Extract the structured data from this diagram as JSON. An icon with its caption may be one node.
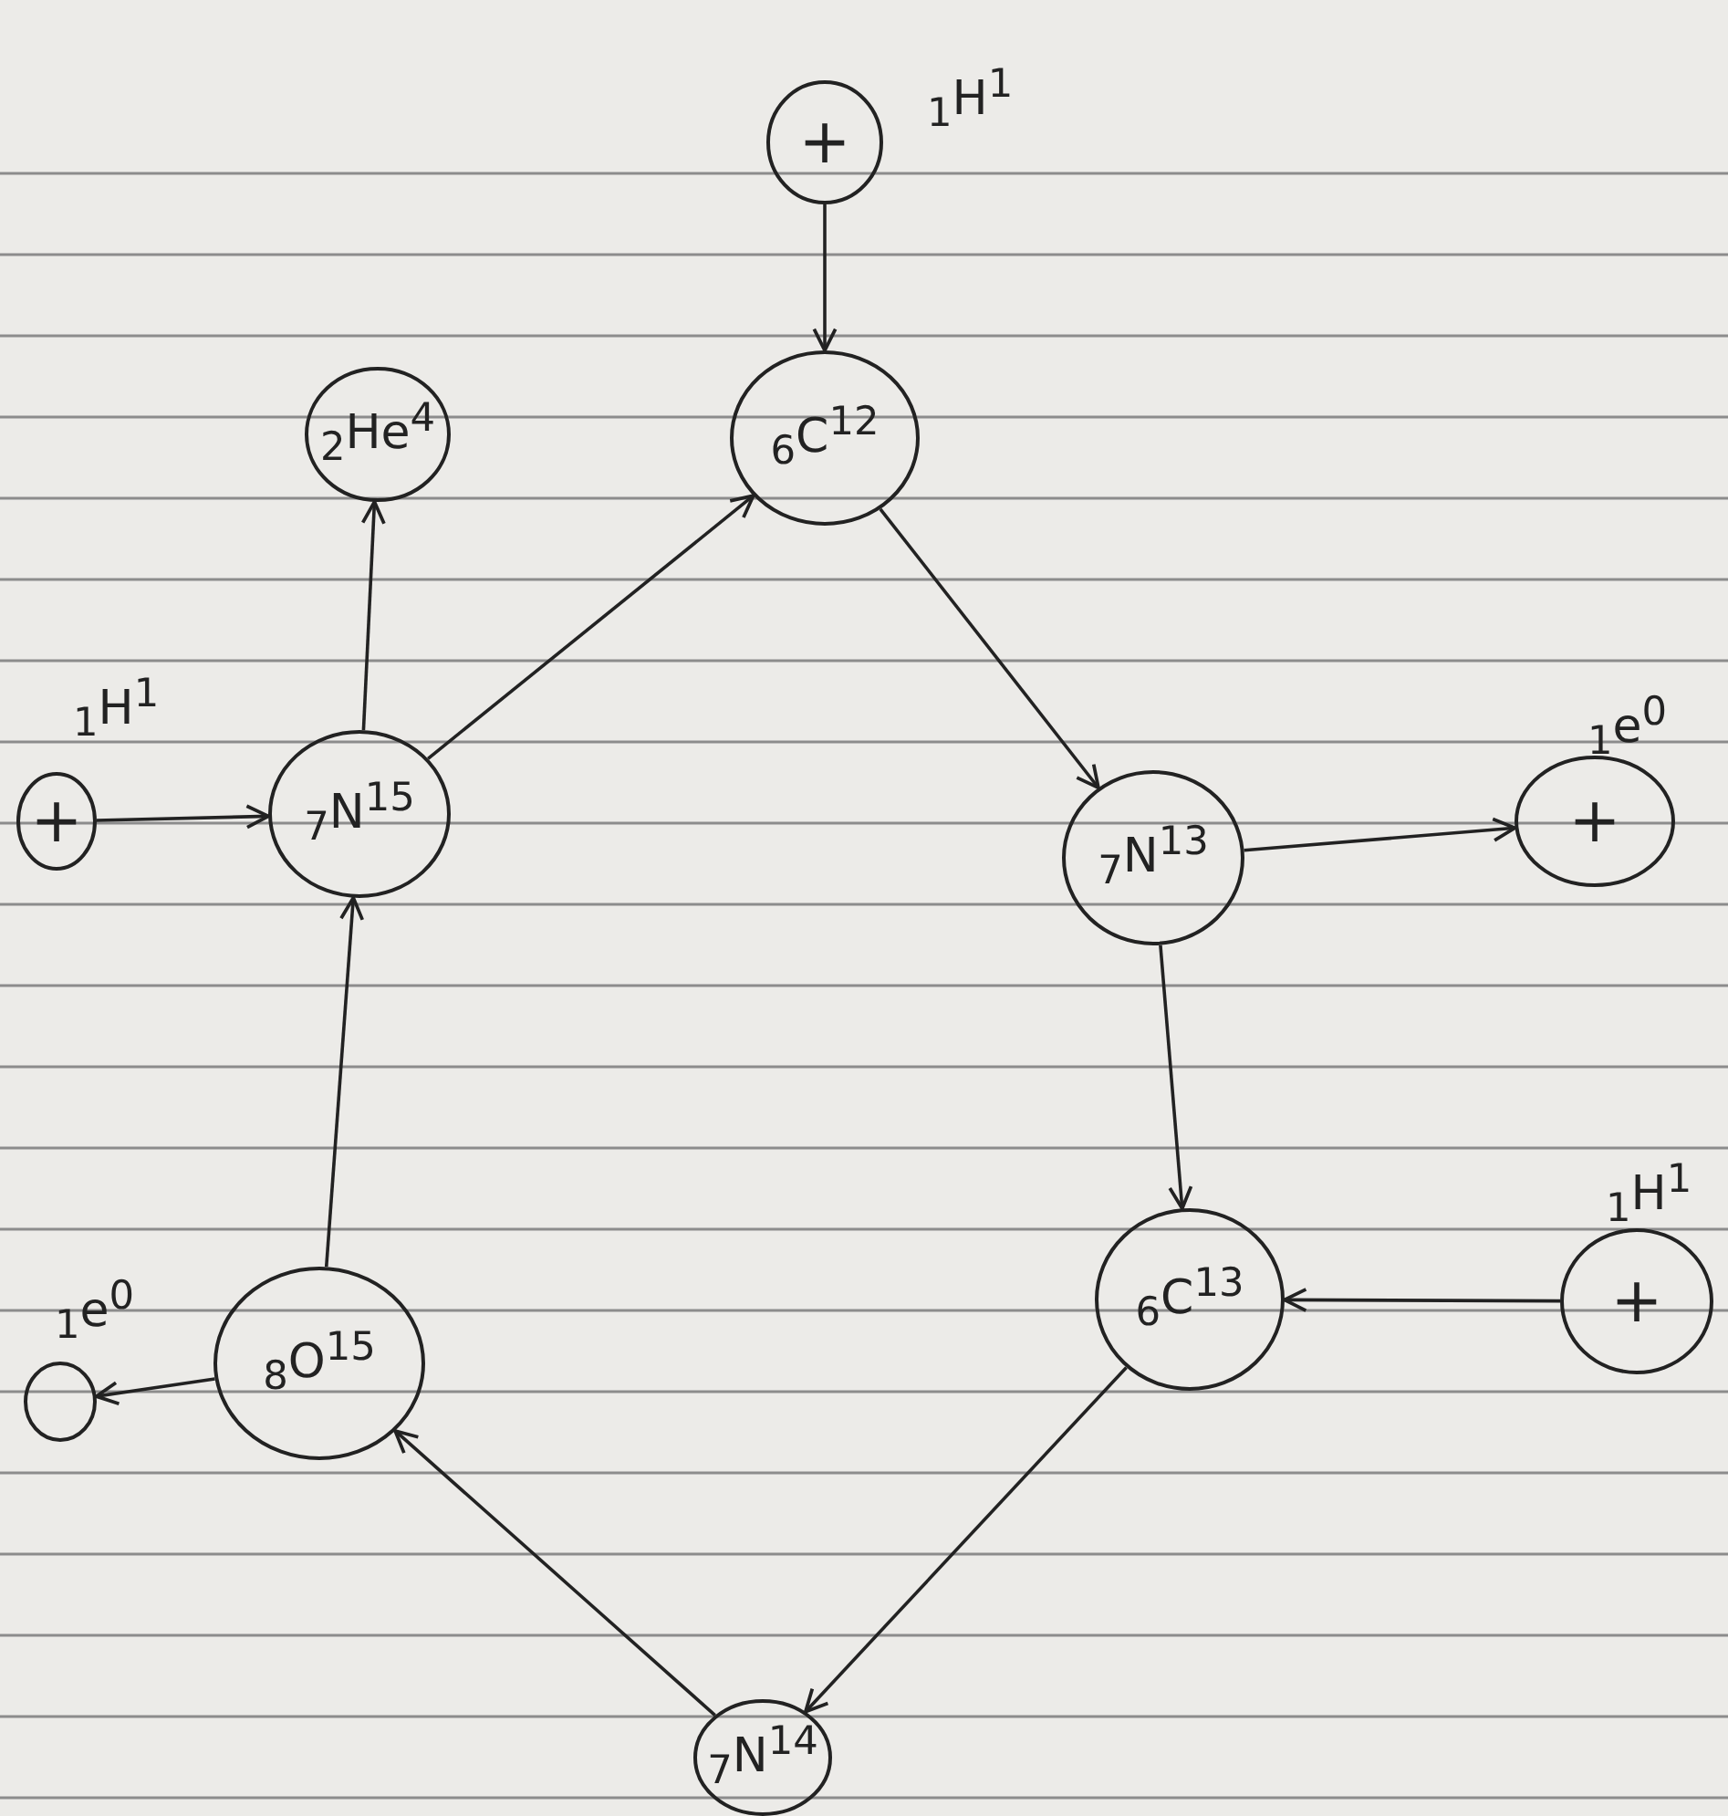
{
  "diagram": {
    "nodes": [
      {
        "text": [
          "+"
        ],
        "beside": [
          "$_{1}$H$^{1}$"
        ]
      },
      {
        "text": [
          "$_{6}$C$^{12}$"
        ]
      },
      {
        "text": [
          "$_{7}$N$^{13}$"
        ]
      },
      {
        "text": [
          "+"
        ],
        "beside": [
          "$_{1}$e$^{0}$"
        ]
      },
      {
        "text": [
          "$_{6}$C$^{13}$"
        ]
      },
      {
        "text": [
          "+"
        ],
        "beside": [
          "$_{1}$H$^{1}$"
        ]
      },
      {
        "text": [
          "$_{7}$N$^{14}$"
        ]
      },
      {
        "text": [
          "$_{8}$O$^{15}$"
        ]
      },
      {
        "text": [],
        "shape": "circle",
        "beside": [
          "$_{1}$e$^{0}$"
        ]
      },
      {
        "text": [
          "$_{7}$N$^{15}$"
        ]
      },
      {
        "text": [
          "+"
        ],
        "beside": [
          "$_{1}$H$^{1}$"
        ]
      },
      {
        "text": [
          "$_{2}$He$^{4}$"
        ]
      }
    ],
    "edges": [
      {
        "from": 0,
        "to": 1,
        "arrow": "to"
      },
      {
        "from": 1,
        "to": 2,
        "arrow": "to"
      },
      {
        "from": 2,
        "to": 3,
        "arrow": "to"
      },
      {
        "from": 2,
        "to": 4,
        "arrow": "to"
      },
      {
        "from": 5,
        "to": 4,
        "arrow": "to"
      },
      {
        "from": 4,
        "to": 6,
        "arrow": "to"
      },
      {
        "from": 6,
        "to": 7,
        "arrow": "to"
      },
      {
        "from": 7,
        "to": 8,
        "arrow": "to"
      },
      {
        "from": 7,
        "to": 9,
        "arrow": "to"
      },
      {
        "from": 10,
        "to": 9,
        "arrow": "to"
      },
      {
        "from": 9,
        "to": 11,
        "arrow": "to"
      },
      {
        "from": 9,
        "to": 1,
        "arrow": "to"
      }
    ]
  }
}
